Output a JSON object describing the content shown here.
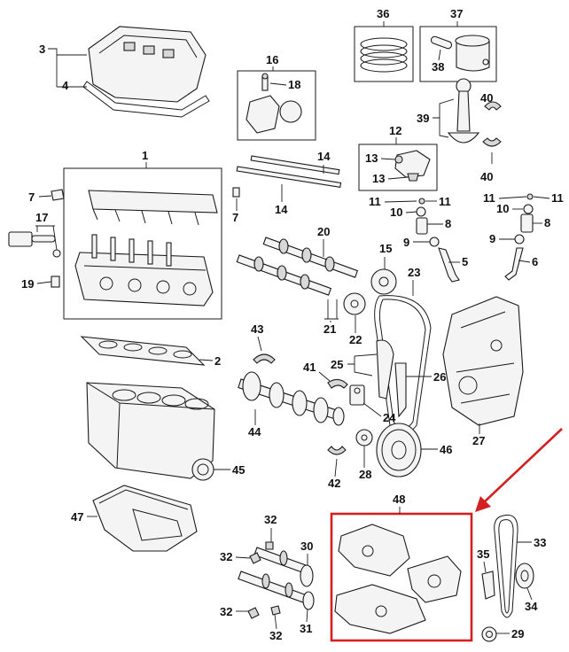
{
  "diagram": {
    "callouts": [
      {
        "id": "c36",
        "text": "36"
      },
      {
        "id": "c37",
        "text": "37"
      },
      {
        "id": "c38",
        "text": "38"
      },
      {
        "id": "c3",
        "text": "3"
      },
      {
        "id": "c4",
        "text": "4"
      },
      {
        "id": "c16",
        "text": "16"
      },
      {
        "id": "c18",
        "text": "18"
      },
      {
        "id": "c39",
        "text": "39"
      },
      {
        "id": "c40a",
        "text": "40"
      },
      {
        "id": "c40b",
        "text": "40"
      },
      {
        "id": "c12",
        "text": "12"
      },
      {
        "id": "c13a",
        "text": "13"
      },
      {
        "id": "c13b",
        "text": "13"
      },
      {
        "id": "c1",
        "text": "1"
      },
      {
        "id": "c14a",
        "text": "14"
      },
      {
        "id": "c14b",
        "text": "14"
      },
      {
        "id": "c7a",
        "text": "7"
      },
      {
        "id": "c7b",
        "text": "7"
      },
      {
        "id": "c17",
        "text": "17"
      },
      {
        "id": "c19",
        "text": "19"
      },
      {
        "id": "c11a",
        "text": "11"
      },
      {
        "id": "c11b",
        "text": "11"
      },
      {
        "id": "c11c",
        "text": "11"
      },
      {
        "id": "c11d",
        "text": "11"
      },
      {
        "id": "c10a",
        "text": "10"
      },
      {
        "id": "c10b",
        "text": "10"
      },
      {
        "id": "c8a",
        "text": "8"
      },
      {
        "id": "c8b",
        "text": "8"
      },
      {
        "id": "c9a",
        "text": "9"
      },
      {
        "id": "c9b",
        "text": "9"
      },
      {
        "id": "c5",
        "text": "5"
      },
      {
        "id": "c6",
        "text": "6"
      },
      {
        "id": "c20",
        "text": "20"
      },
      {
        "id": "c15",
        "text": "15"
      },
      {
        "id": "c23",
        "text": "23"
      },
      {
        "id": "c21",
        "text": "21"
      },
      {
        "id": "c22",
        "text": "22"
      },
      {
        "id": "c43",
        "text": "43"
      },
      {
        "id": "c2",
        "text": "2"
      },
      {
        "id": "c41",
        "text": "41"
      },
      {
        "id": "c25",
        "text": "25"
      },
      {
        "id": "c26",
        "text": "26"
      },
      {
        "id": "c44",
        "text": "44"
      },
      {
        "id": "c24",
        "text": "24"
      },
      {
        "id": "c27",
        "text": "27"
      },
      {
        "id": "c45",
        "text": "45"
      },
      {
        "id": "c42",
        "text": "42"
      },
      {
        "id": "c28",
        "text": "28"
      },
      {
        "id": "c46",
        "text": "46"
      },
      {
        "id": "c48",
        "text": "48"
      },
      {
        "id": "c47",
        "text": "47"
      },
      {
        "id": "c32a",
        "text": "32"
      },
      {
        "id": "c32b",
        "text": "32"
      },
      {
        "id": "c30",
        "text": "30"
      },
      {
        "id": "c35",
        "text": "35"
      },
      {
        "id": "c33",
        "text": "33"
      },
      {
        "id": "c32c",
        "text": "32"
      },
      {
        "id": "c32d",
        "text": "32"
      },
      {
        "id": "c31",
        "text": "31"
      },
      {
        "id": "c34",
        "text": "34"
      },
      {
        "id": "c29",
        "text": "29"
      }
    ],
    "colors": {
      "highlight": "#d42020",
      "line": "#1a1a1a"
    }
  }
}
